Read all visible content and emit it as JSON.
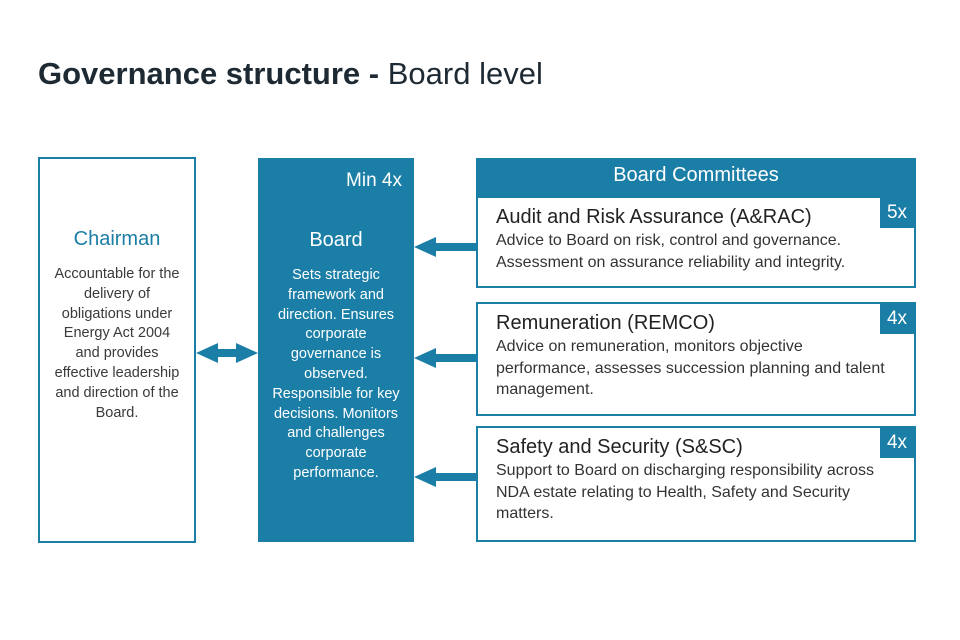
{
  "title": {
    "bold": "Governance structure -",
    "light": "Board level"
  },
  "chairman": {
    "heading": "Chairman",
    "description": "Accountable for the delivery of obligations under Energy Act 2004 and provides effective leadership and direction of the Board."
  },
  "board": {
    "frequency": "Min 4x",
    "heading": "Board",
    "description": "Sets strategic framework and direction. Ensures corporate governance is observed. Responsible for key decisions. Monitors and challenges corporate performance."
  },
  "committees": {
    "header": "Board Committees",
    "items": [
      {
        "name": "Audit and Risk Assurance (A&RAC)",
        "frequency": "5x",
        "description": "Advice to Board on risk, control and governance. Assessment on assurance reliability and integrity."
      },
      {
        "name": "Remuneration (REMCO)",
        "frequency": "4x",
        "description": "Advice on remuneration, monitors objective performance, assesses succession planning and talent management."
      },
      {
        "name": "Safety and Security (S&SC)",
        "frequency": "4x",
        "description": "Support to Board on discharging responsibility across NDA estate relating to Health, Safety and Security matters."
      }
    ]
  },
  "colors": {
    "accent": "#1b7ea6",
    "title": "#1e2a33"
  },
  "connectors": [
    "double-arrow-icon",
    "arrow-left-icon"
  ]
}
